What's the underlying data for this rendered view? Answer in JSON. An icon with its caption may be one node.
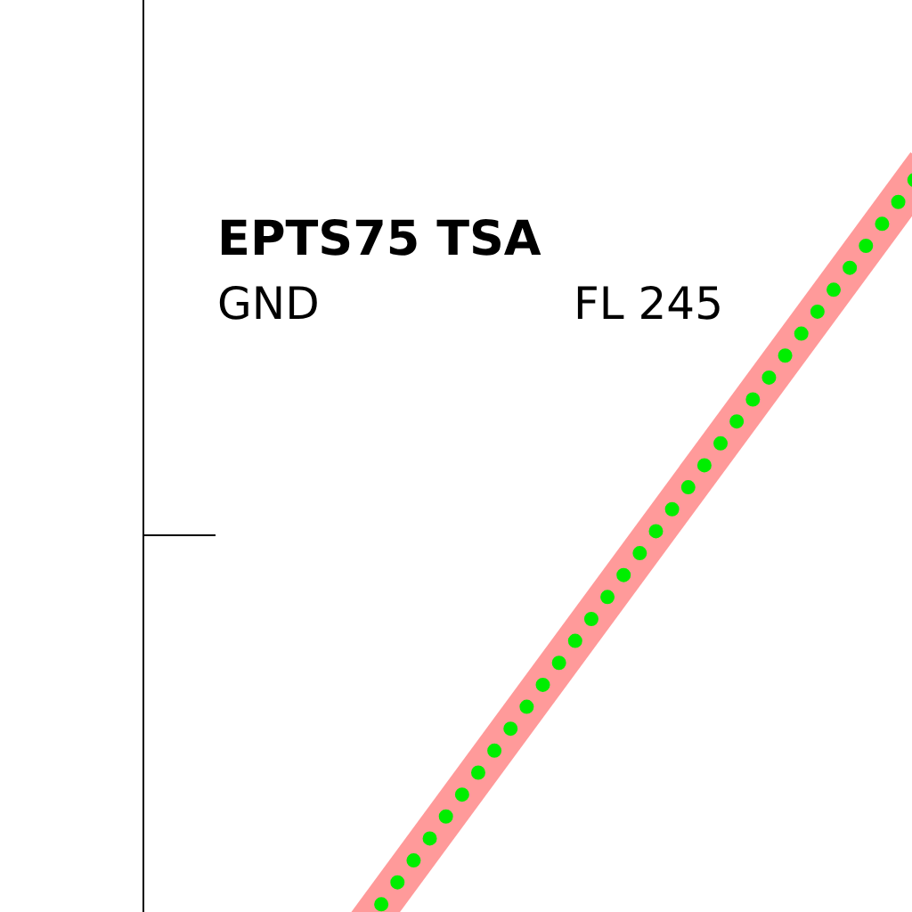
{
  "diagram": {
    "labels": [
      "EPTS75 TSA",
      "GND",
      "FL 245"
    ]
  }
}
